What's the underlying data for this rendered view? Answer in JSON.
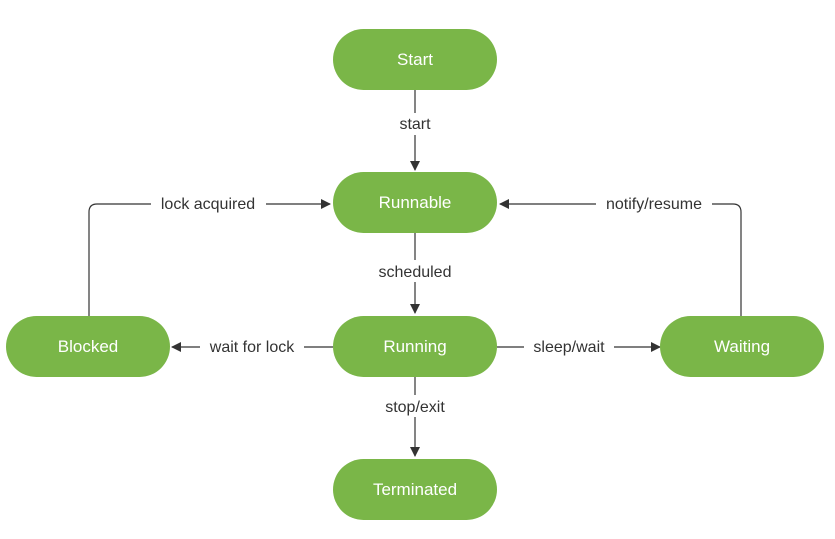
{
  "colors": {
    "node_fill": "#7ab648",
    "node_text": "#ffffff",
    "edge": "#333333",
    "label_text": "#333333",
    "background": "#ffffff"
  },
  "nodes": {
    "start": "Start",
    "runnable": "Runnable",
    "running": "Running",
    "blocked": "Blocked",
    "waiting": "Waiting",
    "terminated": "Terminated"
  },
  "edges": {
    "start": "start",
    "scheduled": "scheduled",
    "stop_exit": "stop/exit",
    "wait_for_lock": "wait for lock",
    "sleep_wait": "sleep/wait",
    "lock_acquired": "lock acquired",
    "notify_resume": "notify/resume"
  }
}
